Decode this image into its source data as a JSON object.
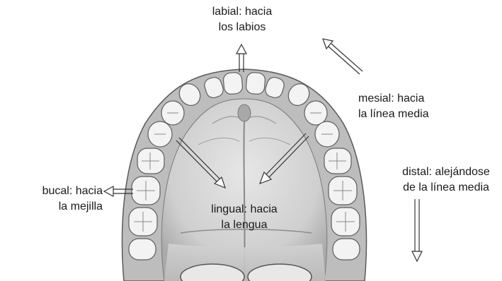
{
  "labels": {
    "labial": {
      "line1": "labial: hacia",
      "line2": "los labios"
    },
    "mesial": {
      "line1": "mesial: hacia",
      "line2": "la línea media"
    },
    "distal": {
      "line1": "distal: alejándose",
      "line2": "de la línea media"
    },
    "bucal": {
      "line1": "bucal: hacia",
      "line2": "la mejilla"
    },
    "lingual": {
      "line1": "lingual: hacia",
      "line2": "la lengua"
    }
  },
  "colors": {
    "text": "#1a1a1a",
    "arrow": "#333333",
    "palate": "#d8d8d8",
    "tooth": "#f2f2f2",
    "outline": "#6a6a6a"
  }
}
